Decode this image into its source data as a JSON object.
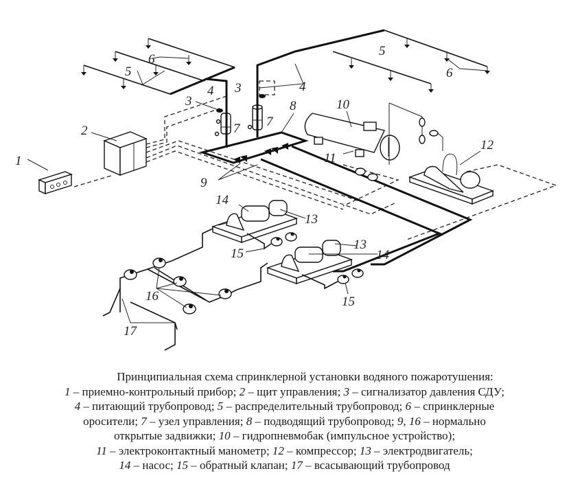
{
  "diagram": {
    "labels": {
      "l1": "1",
      "l2": "2",
      "l3a": "3",
      "l3b": "3",
      "l4a": "4",
      "l4b": "4",
      "l5a": "5",
      "l5b": "5",
      "l6a": "6",
      "l6b": "6",
      "l7a": "7",
      "l7b": "7",
      "l8": "8",
      "l9": "9",
      "l10": "10",
      "l11": "11",
      "l12": "12",
      "l13a": "13",
      "l13b": "13",
      "l14a": "14",
      "l14b": "14",
      "l15a": "15",
      "l15b": "15",
      "l16": "16",
      "l17": "17"
    }
  },
  "caption": {
    "title": "Принципиальная схема спринклерной установки водяного пожаротушения:",
    "items": [
      {
        "num": "1",
        "text": " – приемно-контрольный прибор; "
      },
      {
        "num": "2",
        "text": " – щит управления; "
      },
      {
        "num": "3",
        "text": " – сигнализатор давления СДУ;"
      },
      {
        "num": "4",
        "text": " – питающий трубопровод; "
      },
      {
        "num": "5",
        "text": " – распределительный трубопровод; "
      },
      {
        "num": "6",
        "text": " – спринклерные оросители; "
      },
      {
        "num": "7",
        "text": " – узел управления; "
      },
      {
        "num": "8",
        "text": " – подводящий трубопровод; "
      },
      {
        "num": "9, 16",
        "text": " – нормально открытые задвижки; "
      },
      {
        "num": "10",
        "text": " – гидропневмобак (импульсное устройство);"
      },
      {
        "num": "11",
        "text": " – электроконтактный манометр; "
      },
      {
        "num": "12",
        "text": " – компрессор; "
      },
      {
        "num": "13",
        "text": " – электродвигатель;"
      },
      {
        "num": "14",
        "text": " – насос; "
      },
      {
        "num": "15",
        "text": " – обратный клапан; "
      },
      {
        "num": "17",
        "text": " – всасывающий трубопровод"
      }
    ],
    "split_6": {
      "a": " – спринклерные",
      "b": "оросители; "
    },
    "split_9": {
      "a": " – нормально",
      "b": "открытые задвижки; "
    }
  }
}
